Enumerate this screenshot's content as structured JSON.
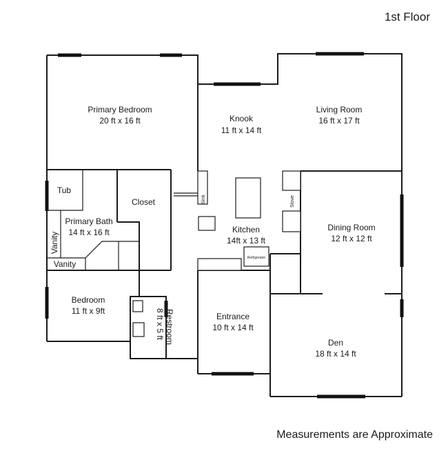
{
  "floor_title": "1st Floor",
  "footer_note": "Measurements are Approximate",
  "rooms": {
    "primary_bedroom": {
      "name": "Primary Bedroom",
      "size": "20 ft x 16 ft"
    },
    "knook": {
      "name": "Knook",
      "size": "11 ft x 14 ft"
    },
    "living_room": {
      "name": "Living Room",
      "size": "16 ft x 17 ft"
    },
    "primary_bath": {
      "name": "Primary Bath",
      "size": "14 ft x 16 ft"
    },
    "kitchen": {
      "name": "Kitchen",
      "size": "14ft x 13 ft"
    },
    "dining_room": {
      "name": "Dining Room",
      "size": "12 ft x 12 ft"
    },
    "bedroom": {
      "name": "Bedroom",
      "size": "11 ft x 9ft"
    },
    "restroom": {
      "name": "Restroom",
      "size": "8 ft x 5 ft"
    },
    "entrance": {
      "name": "Entrance",
      "size": "10 ft x 14 ft"
    },
    "den": {
      "name": "Den",
      "size": "18 ft x 14 ft"
    }
  },
  "fixtures": {
    "tub": "Tub",
    "closet": "Closet",
    "vanity_vertical": "Vanity",
    "vanity_horizontal": "Vanity",
    "sink": "Sink",
    "stove": "Stove",
    "refrigerator": "Refrigerator"
  }
}
